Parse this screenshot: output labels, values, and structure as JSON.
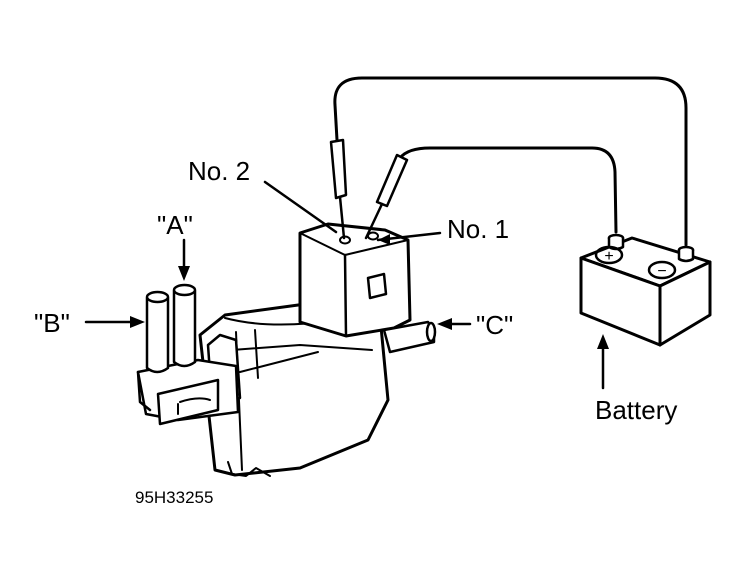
{
  "labels": {
    "no2": "No. 2",
    "no1": "No. 1",
    "a": "\"A\"",
    "b": "\"B\"",
    "c": "\"C\"",
    "battery": "Battery",
    "battery_plus": "+",
    "battery_minus": "−"
  },
  "figure_id": "95H33255"
}
